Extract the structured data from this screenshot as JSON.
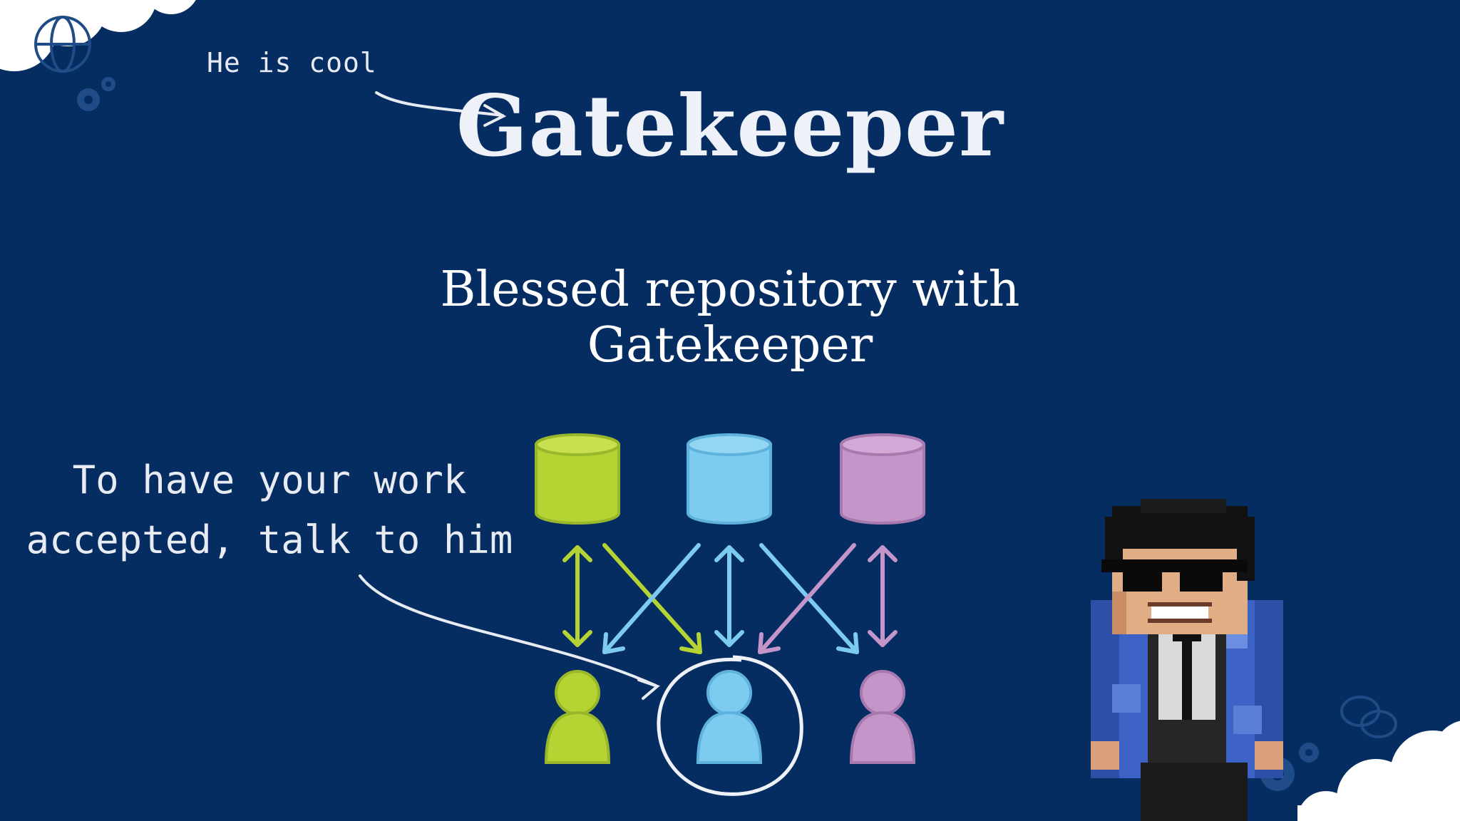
{
  "slide": {
    "title": "Gatekeeper",
    "subtitle_line1": "Blessed repository with",
    "subtitle_line2": "Gatekeeper",
    "annotation_top": "He is cool",
    "annotation_bottom_line1": "To have your work",
    "annotation_bottom_line2": "accepted, talk to him"
  },
  "colors": {
    "background": "#052d62",
    "green": "#b5d333",
    "blue": "#7dcbef",
    "purple": "#c395c8",
    "text": "#ffffff"
  },
  "diagram": {
    "repositories": [
      "green",
      "blue",
      "purple"
    ],
    "developers": [
      "green",
      "blue",
      "purple"
    ],
    "highlighted_developer": "blue"
  },
  "icons": [
    "cloud-icon",
    "globe-icon",
    "gear-icon",
    "chat-icon",
    "pixel-character-icon"
  ]
}
